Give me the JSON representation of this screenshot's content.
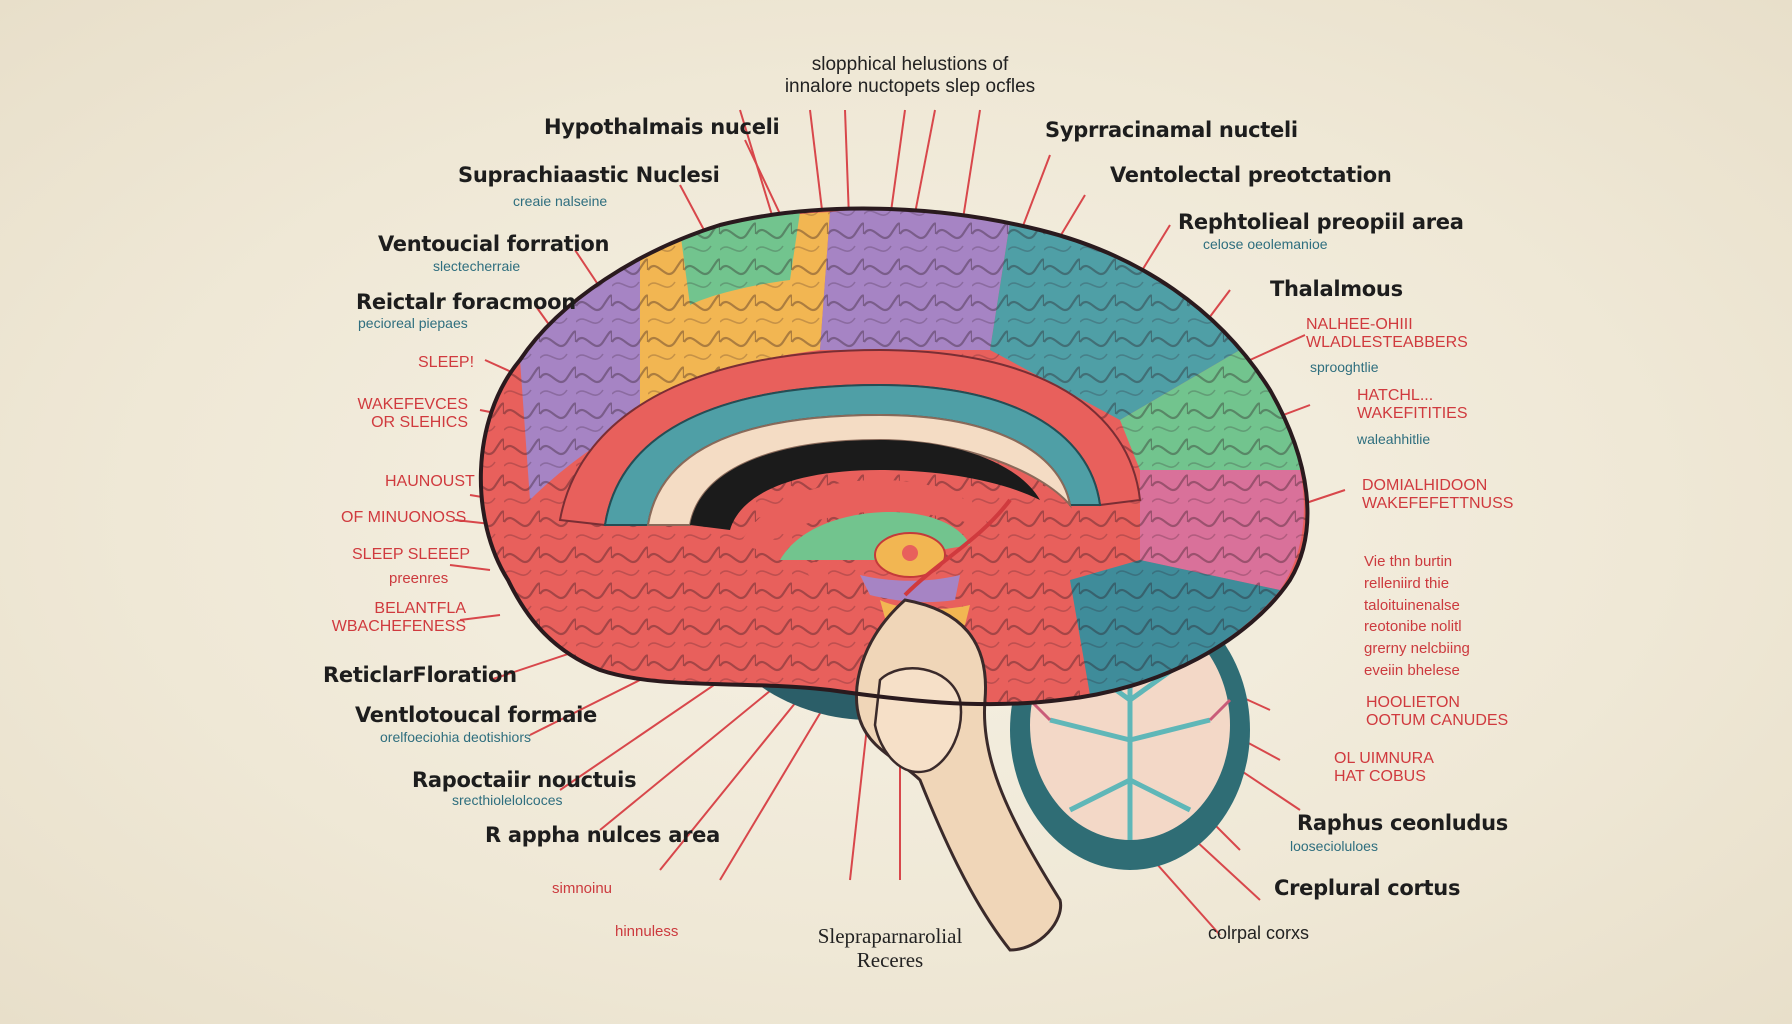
{
  "title": {
    "line1": "slopphical helustions of",
    "line2": "innalore nuctopets slep ocfles"
  },
  "labels_left": {
    "hypothalamus": "Hypothalmais nuceli",
    "suprachiasmatic": "Suprachiaastic Nuclesi",
    "suprachiasmatic_sub": "creaie nalseine",
    "ventrolateral": "Ventoucial forration",
    "ventrolateral_sub": "slectecherraie",
    "reticular": "Reictalr foracmoon",
    "reticular_sub": "pecioreal piepaes",
    "sleep": "SLEEP!",
    "wakefulness_1": "WAKEFEVCES",
    "wakefulness_2": "OR SLEHICS",
    "haunoust": "HAUNOUST",
    "minuoness": "OF MINUONOSS",
    "sleep_sleep": "SLEEP SLEEEP",
    "sleep_sleep_sub": "preenres",
    "belantfa": "BELANTFLA",
    "wbachefeness": "WBACHEFENESS",
    "reticular_floration": "ReticlarFloration",
    "ventrotouval": "Ventlotoucal formaie",
    "ventrotouval_sub": "orelfoeciohia deotishiors",
    "rapoctair": "Rapoctaiir  nouctuis",
    "rapoctair_sub": "srecthiolelolcoces",
    "rappha": "R appha nulces area",
    "simnoinu": "simnoinu",
    "hinnuless": "hinnuless"
  },
  "labels_bottom": {
    "line1": "Slepraparnarolial",
    "line2": "Receres"
  },
  "labels_right": {
    "supracinamal": "Syprracinamal nucteli",
    "ventolectal": "Ventolectal preotctation",
    "reptholieal": "Rephtolieal preopiil area",
    "reptholieal_sub": "celose oeolemanioe",
    "thalamus": "Thalalmous",
    "nalhee_1": "NALHEE-OHIII",
    "nalhee_2": "WLADLESTEABBERS",
    "nalhee_sub": "sprooghtlie",
    "hatchl_1": "HATCHL...",
    "hatchl_2": "WAKEFITITIES",
    "hatchl_sub": "waleahhitlie",
    "domialhidon_1": "DOMIALHIDOON",
    "domialhidon_2": "WAKEFEFETTNUSS",
    "para_1": "Vie thn burtin",
    "para_2": "relleniird thie",
    "para_3": "taloituinenalse",
    "para_4": "reotonibe nolitl",
    "para_5": "grerny nelcbiing",
    "para_6": "eveiin bhelese",
    "hoolieton_1": "HOOLIETON",
    "hoolieton_2": "OOTUM CANUDES",
    "olumnura_1": "OL UIMNURA",
    "olumnura_2": "HAT COBUS",
    "raphus": "Raphus ceonludus",
    "raphus_sub": "loosecioluloes",
    "creplural": "Creplural cortus",
    "colrpal": "colrpal corxs"
  },
  "colors": {
    "red_region": "#e8605c",
    "orange_region": "#f2b652",
    "purple_region": "#a684c4",
    "green_region": "#72c48e",
    "teal_region": "#4f9fa6",
    "pink_region": "#d9719a",
    "cream_region": "#f4dcc4",
    "brainstem": "#f0d6b8",
    "cerebellum": "#3c7b82",
    "leader_line": "#d8474b"
  }
}
